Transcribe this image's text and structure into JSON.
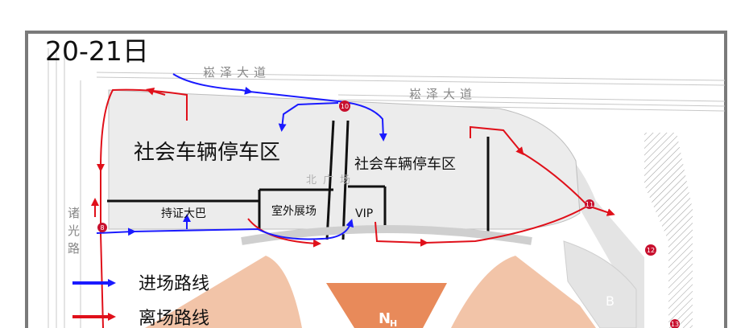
{
  "map": {
    "date_title": "20-21日",
    "road_top": "崧泽大道",
    "road_top_2": "崧泽大道",
    "road_left": "诸光路",
    "road_left_chars": [
      "诸",
      "光",
      "路"
    ],
    "north_plaza": "北广场",
    "zones": {
      "social_parking_left": "社会车辆停车区",
      "social_parking_right": "社会车辆停车区",
      "licensed_bus": "持证大巴",
      "outdoor_exhibition": "室外展场",
      "vip": "VIP"
    },
    "hall_center": "N",
    "hall_center_sub": "H",
    "hall_right": "B",
    "gate_markers": [
      "8",
      "10",
      "11",
      "12",
      "13"
    ],
    "legend": {
      "entry": "进场路线",
      "exit": "离场路线"
    },
    "colors": {
      "entry_route": "#1a1aff",
      "exit_route": "#e0101a",
      "parking_fill": "#ececec",
      "hall_fill": "#f2c4a8",
      "hall_center_fill": "#e88a5a",
      "frame": "#7a7a7a",
      "gate_marker": "#c8102e"
    }
  }
}
